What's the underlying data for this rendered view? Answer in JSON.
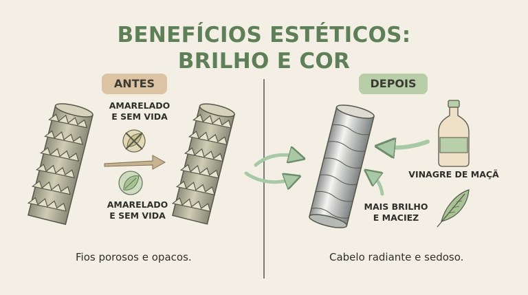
{
  "title": {
    "line1": "BENEFÍCIOS ESTÉTICOS:",
    "line2": "BRILHO E COR"
  },
  "before": {
    "badge": "ANTES",
    "label_top": [
      "AMARELADO",
      "E SEM VIDA"
    ],
    "label_bottom": [
      "AMARELADO",
      "E SEM VIDA"
    ],
    "caption": "Fios porosos e opacos."
  },
  "after": {
    "badge": "DEPOIS",
    "vinegar_label": "VINAGRE DE MAÇÃ",
    "result_label": [
      "MAIS BRILHO",
      "E MACIEZ"
    ],
    "caption": "Cabelo radiante e sedoso."
  },
  "colors": {
    "title": "#5e7f58",
    "badge_before": "#dcc3a4",
    "badge_after": "#b7cea9",
    "arrow_green": "#a9c8a6",
    "arrow_tan": "#c8b28f",
    "background": "#f3efe4"
  },
  "icons": [
    "crossed-leaf-icon",
    "leaf-icon",
    "feather-icon",
    "vinegar-bottle-icon"
  ]
}
